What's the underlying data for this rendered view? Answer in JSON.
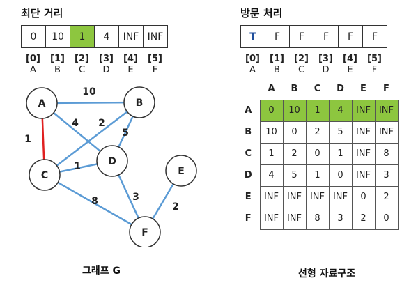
{
  "distance": {
    "title": "최단 거리",
    "values": [
      "0",
      "10",
      "1",
      "4",
      "INF",
      "INF"
    ],
    "highlight_index": 2
  },
  "visited": {
    "title": "방문 처리",
    "values": [
      "T",
      "F",
      "F",
      "F",
      "F",
      "F"
    ]
  },
  "index_labels": [
    "[0]",
    "[1]",
    "[2]",
    "[3]",
    "[4]",
    "[5]"
  ],
  "node_labels": [
    "A",
    "B",
    "C",
    "D",
    "E",
    "F"
  ],
  "graph": {
    "caption": "그래프 G",
    "edges": [
      {
        "from": "A",
        "to": "B",
        "weight": "10",
        "color": "#5b9bd5"
      },
      {
        "from": "A",
        "to": "C",
        "weight": "1",
        "color": "#e02020"
      },
      {
        "from": "A",
        "to": "D",
        "weight": "4",
        "color": "#5b9bd5"
      },
      {
        "from": "B",
        "to": "C",
        "weight": "2",
        "color": "#5b9bd5"
      },
      {
        "from": "B",
        "to": "D",
        "weight": "5",
        "color": "#5b9bd5"
      },
      {
        "from": "C",
        "to": "D",
        "weight": "1",
        "color": "#5b9bd5"
      },
      {
        "from": "C",
        "to": "F",
        "weight": "8",
        "color": "#5b9bd5"
      },
      {
        "from": "D",
        "to": "F",
        "weight": "3",
        "color": "#5b9bd5"
      },
      {
        "from": "E",
        "to": "F",
        "weight": "2",
        "color": "#5b9bd5"
      }
    ]
  },
  "matrix": {
    "caption": "선형 자료구조",
    "rows": [
      [
        "0",
        "10",
        "1",
        "4",
        "INF",
        "INF"
      ],
      [
        "10",
        "0",
        "2",
        "5",
        "INF",
        "INF"
      ],
      [
        "1",
        "2",
        "0",
        "1",
        "INF",
        "8"
      ],
      [
        "4",
        "5",
        "1",
        "0",
        "INF",
        "3"
      ],
      [
        "INF",
        "INF",
        "INF",
        "INF",
        "0",
        "2"
      ],
      [
        "INF",
        "INF",
        "8",
        "3",
        "2",
        "0"
      ]
    ],
    "highlight_row": 0
  },
  "colors": {
    "highlight": "#8dc63f",
    "edge": "#5b9bd5",
    "selected_edge": "#e02020",
    "visited_text": "#1f4e9c"
  }
}
